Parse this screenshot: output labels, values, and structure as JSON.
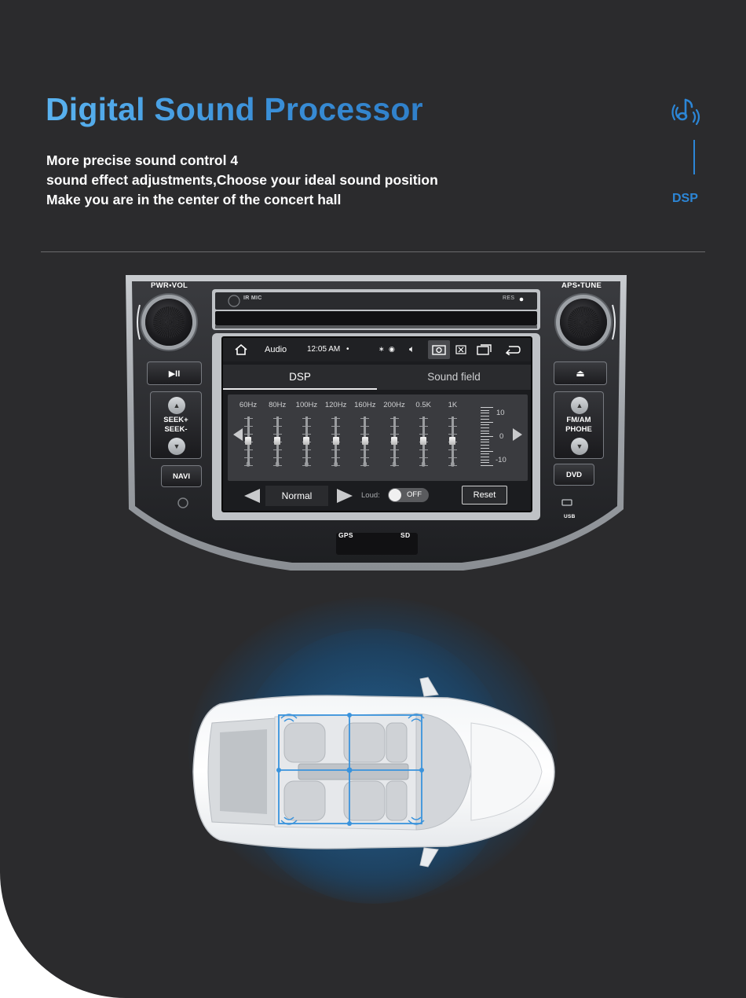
{
  "header": {
    "title": "Digital Sound Processor",
    "subtitle_lines": [
      "More precise sound control 4",
      "sound effect adjustments,Choose your ideal sound position",
      "Make you are in the center of the concert hall"
    ],
    "badge_label": "DSP",
    "badge_icon": "speaker-sound-icon"
  },
  "colors": {
    "accent": "#2c86d6",
    "background": "#2b2b2d",
    "title_gradient": [
      "#5ab3f0",
      "#2f7fc9"
    ]
  },
  "head_unit": {
    "left_knob_label": "PWR•VOL",
    "right_knob_label": "APS•TUNE",
    "slot_text": "IR  MIC",
    "res_label": "RES",
    "left_buttons": {
      "play_pause": "▶II",
      "seek_top": "SEEK+",
      "seek_bottom": "SEEK-",
      "navi": "NAVI"
    },
    "right_buttons": {
      "eject": "⏏",
      "fm_top": "FM/AM",
      "fm_bottom": "PHOHE",
      "dvd": "DVD"
    },
    "usb_label": "USB",
    "gps_label": "GPS",
    "sd_label": "SD"
  },
  "screen": {
    "status": {
      "app": "Audio",
      "time": "12:05 AM",
      "dot": "•"
    },
    "tabs": [
      {
        "label": "DSP",
        "active": true
      },
      {
        "label": "Sound field",
        "active": false
      }
    ],
    "eq_bands": [
      {
        "freq": "60Hz",
        "value": "0"
      },
      {
        "freq": "80Hz",
        "value": "0"
      },
      {
        "freq": "100Hz",
        "value": "0"
      },
      {
        "freq": "120Hz",
        "value": "0"
      },
      {
        "freq": "160Hz",
        "value": "0"
      },
      {
        "freq": "200Hz",
        "value": "0"
      },
      {
        "freq": "0.5K",
        "value": "0"
      },
      {
        "freq": "1K",
        "value": "0"
      }
    ],
    "scale": {
      "top": "10",
      "mid": "0",
      "bottom": "-10"
    },
    "preset": "Normal",
    "loud_label": "Loud:",
    "loud_state": "OFF",
    "reset_label": "Reset"
  }
}
